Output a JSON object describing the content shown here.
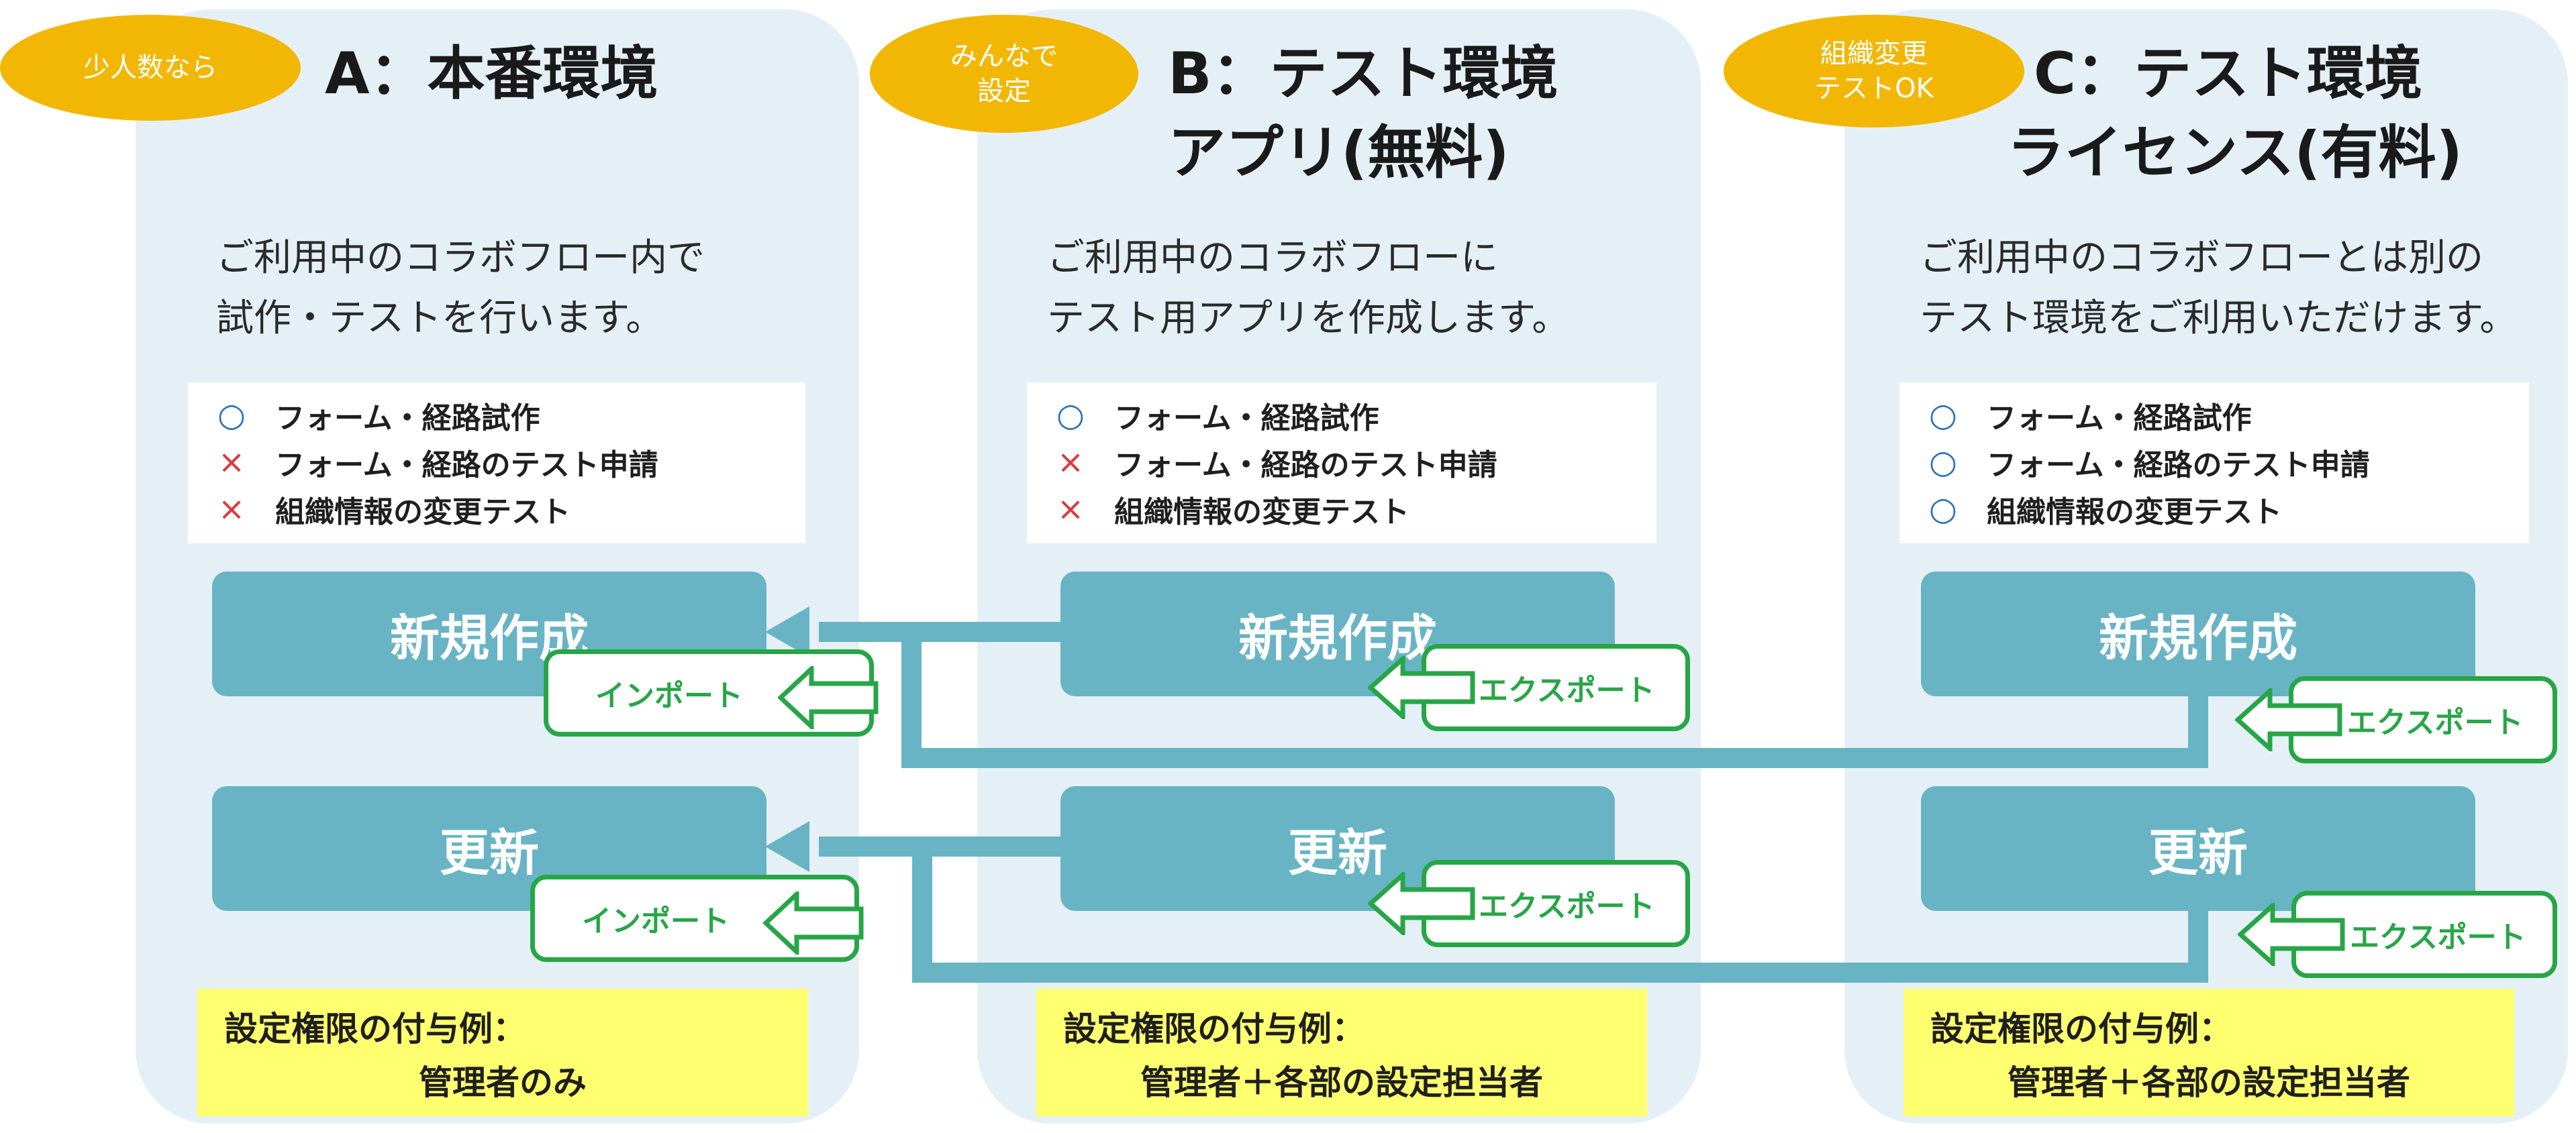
{
  "panels": [
    {
      "badge": "少人数なら",
      "title_lines": [
        "A：本番環境"
      ],
      "description": "ご利用中のコラボフロー内で\n試作・テストを行います。",
      "checks": [
        {
          "mark": "○",
          "label": "フォーム・経路試作"
        },
        {
          "mark": "×",
          "label": "フォーム・経路のテスト申請"
        },
        {
          "mark": "×",
          "label": "組織情報の変更テスト"
        }
      ],
      "buttons": [
        "新規作成",
        "更新"
      ],
      "tags": [
        "インポート",
        "インポート"
      ],
      "permission_label": "設定権限の付与例：",
      "permission_value": "管理者のみ"
    },
    {
      "badge": "みんなで\n設定",
      "title_lines": [
        "B：テスト環境",
        "アプリ(無料)"
      ],
      "description": "ご利用中のコラボフローに\nテスト用アプリを作成します。",
      "checks": [
        {
          "mark": "○",
          "label": "フォーム・経路試作"
        },
        {
          "mark": "×",
          "label": "フォーム・経路のテスト申請"
        },
        {
          "mark": "×",
          "label": "組織情報の変更テスト"
        }
      ],
      "buttons": [
        "新規作成",
        "更新"
      ],
      "tags": [
        "エクスポート",
        "エクスポート"
      ],
      "permission_label": "設定権限の付与例：",
      "permission_value": "管理者＋各部の設定担当者"
    },
    {
      "badge": "組織変更\nテストOK",
      "title_lines": [
        "C：テスト環境",
        "ライセンス(有料)"
      ],
      "description": "ご利用中のコラボフローとは別の\nテスト環境をご利用いただけます。",
      "checks": [
        {
          "mark": "○",
          "label": "フォーム・経路試作"
        },
        {
          "mark": "○",
          "label": "フォーム・経路のテスト申請"
        },
        {
          "mark": "○",
          "label": "組織情報の変更テスト"
        }
      ],
      "buttons": [
        "新規作成",
        "更新"
      ],
      "tags": [
        "エクスポート",
        "エクスポート"
      ],
      "permission_label": "設定権限の付与例：",
      "permission_value": "管理者＋各部の設定担当者"
    }
  ],
  "colors": {
    "panel_bg": "#e5f0f6",
    "badge": "#f2b705",
    "button": "#68b4c4",
    "connector": "#68b4c4",
    "tag_border": "#27a647",
    "permission_bg": "#ffff70",
    "ok_mark": "#2e75b6",
    "ng_mark": "#e03a3a"
  }
}
